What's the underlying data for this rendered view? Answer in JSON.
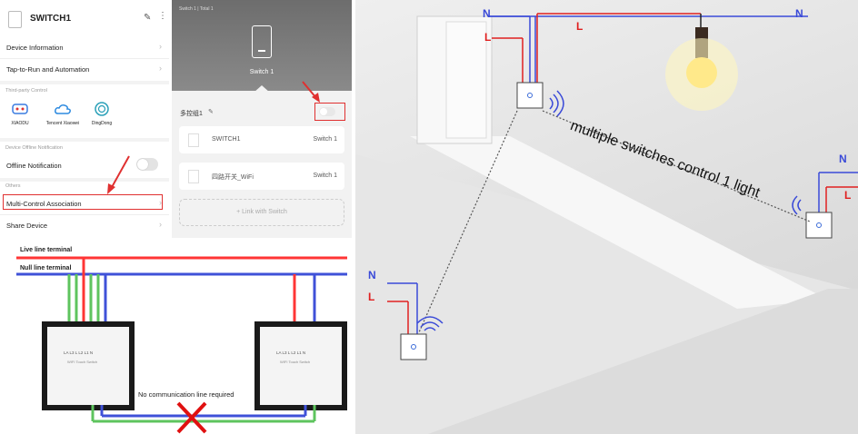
{
  "app": {
    "title": "SWITCH1",
    "menu": [
      {
        "label": "Device Information"
      },
      {
        "label": "Tap-to-Run and Automation"
      }
    ],
    "third_party_label": "Third-party Control",
    "third_party": [
      {
        "label": "XIAODU",
        "icon": "xiaodu-icon"
      },
      {
        "label": "Tencent Xiaowei",
        "icon": "cloud-icon"
      },
      {
        "label": "DingDong",
        "icon": "dingdong-icon"
      }
    ],
    "offline_section": "Device Offline Notification",
    "offline_label": "Offline Notification",
    "others_section": "Others",
    "multi_control": "Multi-Control Association",
    "share": "Share Device"
  },
  "panel": {
    "crumb": "Switch 1 | Total 1",
    "device": "Switch 1",
    "group": "多控组1",
    "devices": [
      {
        "name": "SWITCH1",
        "channel": "Switch 1"
      },
      {
        "name": "四路开关_WiFi",
        "channel": "Switch 1"
      }
    ],
    "link": "Link with Switch"
  },
  "wiring": {
    "live": "Live line terminal",
    "null": "Null line terminal",
    "no_comm": "No communication line required",
    "terminals": "LA L3 L L2 L1 N",
    "model": "WIFI Touch Switch"
  },
  "scene": {
    "caption": "multiple switches control 1 light",
    "N": "N",
    "L": "L",
    "colors": {
      "red": "#e02020",
      "blue": "#3a4ad8"
    }
  }
}
